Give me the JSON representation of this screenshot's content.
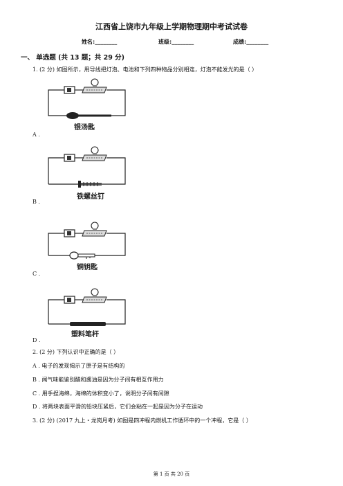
{
  "doc": {
    "title": "江西省上饶市九年级上学期物理期中考试试卷",
    "info": {
      "name": "姓名:________",
      "class": "班级:________",
      "score": "成绩:________"
    },
    "section1": "一、 单选题 (共 13 题；共 29 分)",
    "q1": {
      "text": "1.  (2 分)  如图所示，用导线把灯泡、电池和下列四种物品分别相连，灯泡不能发光的是（      ）",
      "options": [
        {
          "letter": "A .",
          "caption": "银汤匙"
        },
        {
          "letter": "B .",
          "caption": "铁螺丝钉"
        },
        {
          "letter": "C .",
          "caption": "铜钥匙"
        },
        {
          "letter": "D .",
          "caption": "塑料笔杆"
        }
      ]
    },
    "q2": {
      "text": "2.  (2 分)  下列认识中正确的是（      ）",
      "options": [
        "A . 电子的发现揭示了原子是有结构的",
        "B . 闻气味能鉴别醋和酱油是因为分子间有相互作用力",
        "C . 用手捏海绵，海绵的体积变小了，说明分子间有间隙",
        "D . 将两块表面平滑的铅块压紧后，它们会粘在一起是因为分子在运动"
      ]
    },
    "q3": {
      "text": "3.  (2 分)  (2017 九上・龙岗月考)  如图是四冲程内燃机工作循环中的一个冲程，它是（      ）"
    },
    "footer": "第 1 页 共 20 页"
  }
}
